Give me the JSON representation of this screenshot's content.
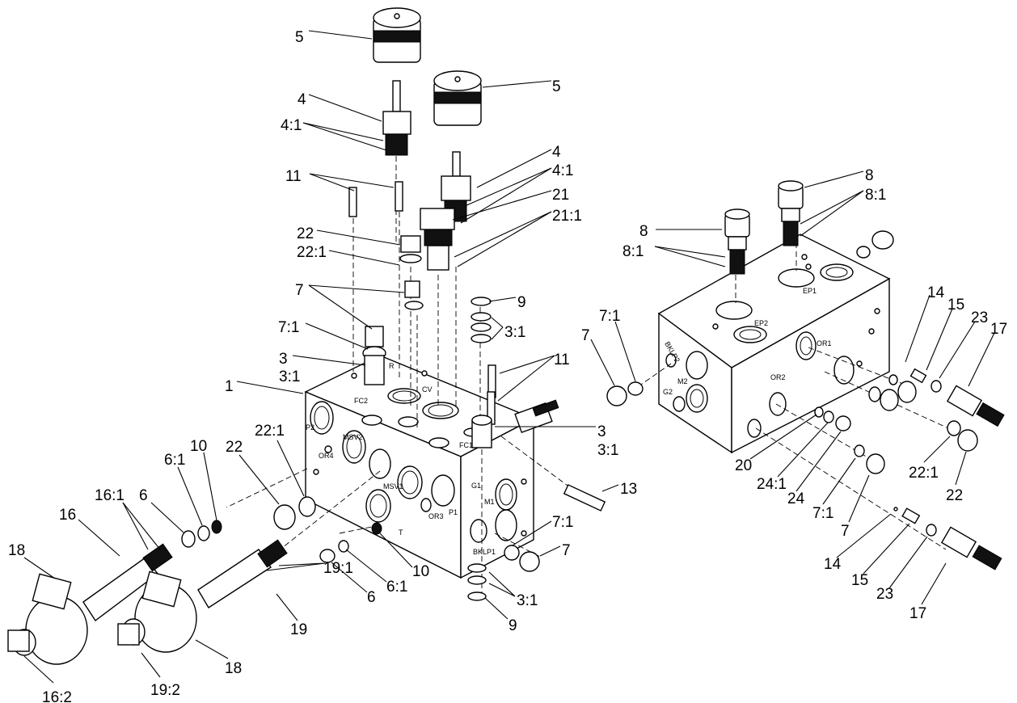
{
  "diagram": {
    "callouts": [
      {
        "id": "c1",
        "text": "5"
      },
      {
        "id": "c2",
        "text": "4"
      },
      {
        "id": "c3",
        "text": "4:1"
      },
      {
        "id": "c4",
        "text": "5"
      },
      {
        "id": "c5",
        "text": "4"
      },
      {
        "id": "c6",
        "text": "4:1"
      },
      {
        "id": "c7",
        "text": "21"
      },
      {
        "id": "c8",
        "text": "21:1"
      },
      {
        "id": "c9",
        "text": "11"
      },
      {
        "id": "c10",
        "text": "22"
      },
      {
        "id": "c11",
        "text": "22:1"
      },
      {
        "id": "c12",
        "text": "7"
      },
      {
        "id": "c13",
        "text": "9"
      },
      {
        "id": "c14",
        "text": "3:1"
      },
      {
        "id": "c15",
        "text": "7:1"
      },
      {
        "id": "c16",
        "text": "3"
      },
      {
        "id": "c17",
        "text": "3:1"
      },
      {
        "id": "c18",
        "text": "11"
      },
      {
        "id": "c19",
        "text": "1"
      },
      {
        "id": "c20",
        "text": "3"
      },
      {
        "id": "c21",
        "text": "3:1"
      },
      {
        "id": "c22",
        "text": "22:1"
      },
      {
        "id": "c23",
        "text": "10"
      },
      {
        "id": "c24",
        "text": "6:1"
      },
      {
        "id": "c25",
        "text": "22"
      },
      {
        "id": "c26",
        "text": "16:1"
      },
      {
        "id": "c27",
        "text": "6"
      },
      {
        "id": "c28",
        "text": "13"
      },
      {
        "id": "c29",
        "text": "16"
      },
      {
        "id": "c30",
        "text": "18"
      },
      {
        "id": "c31",
        "text": "7:1"
      },
      {
        "id": "c32",
        "text": "7"
      },
      {
        "id": "c33",
        "text": "10"
      },
      {
        "id": "c34",
        "text": "6:1"
      },
      {
        "id": "c35",
        "text": "6"
      },
      {
        "id": "c36",
        "text": "19:1"
      },
      {
        "id": "c37",
        "text": "3:1"
      },
      {
        "id": "c38",
        "text": "19"
      },
      {
        "id": "c39",
        "text": "9"
      },
      {
        "id": "c40",
        "text": "18"
      },
      {
        "id": "c41",
        "text": "16:2"
      },
      {
        "id": "c42",
        "text": "19:2"
      },
      {
        "id": "c43",
        "text": "8"
      },
      {
        "id": "c44",
        "text": "8:1"
      },
      {
        "id": "c45",
        "text": "8"
      },
      {
        "id": "c46",
        "text": "8:1"
      },
      {
        "id": "c47",
        "text": "7:1"
      },
      {
        "id": "c48",
        "text": "7"
      },
      {
        "id": "c49",
        "text": "14"
      },
      {
        "id": "c50",
        "text": "15"
      },
      {
        "id": "c51",
        "text": "23"
      },
      {
        "id": "c52",
        "text": "17"
      },
      {
        "id": "c53",
        "text": "20"
      },
      {
        "id": "c54",
        "text": "24:1"
      },
      {
        "id": "c55",
        "text": "24"
      },
      {
        "id": "c56",
        "text": "22:1"
      },
      {
        "id": "c57",
        "text": "22"
      },
      {
        "id": "c58",
        "text": "7:1"
      },
      {
        "id": "c59",
        "text": "7"
      },
      {
        "id": "c60",
        "text": "14"
      },
      {
        "id": "c61",
        "text": "15"
      },
      {
        "id": "c62",
        "text": "23"
      },
      {
        "id": "c63",
        "text": "17"
      }
    ],
    "main_block_ports": {
      "p2": "P2",
      "or4": "OR4",
      "msv2": "MSV2",
      "msv1": "MSV1",
      "or3": "OR3",
      "p1": "P1",
      "g1": "G1",
      "m1": "M1",
      "bklp1": "BKLP1",
      "t": "T",
      "fc2": "FC2",
      "r": "R",
      "cv": "CV",
      "fc1": "FC1"
    },
    "aux_block_ports": {
      "bklp2": "BKLP2",
      "g2": "G2",
      "m2": "M2",
      "or2": "OR2",
      "or1": "OR1",
      "ep2": "EP2",
      "ep1": "EP1"
    }
  }
}
